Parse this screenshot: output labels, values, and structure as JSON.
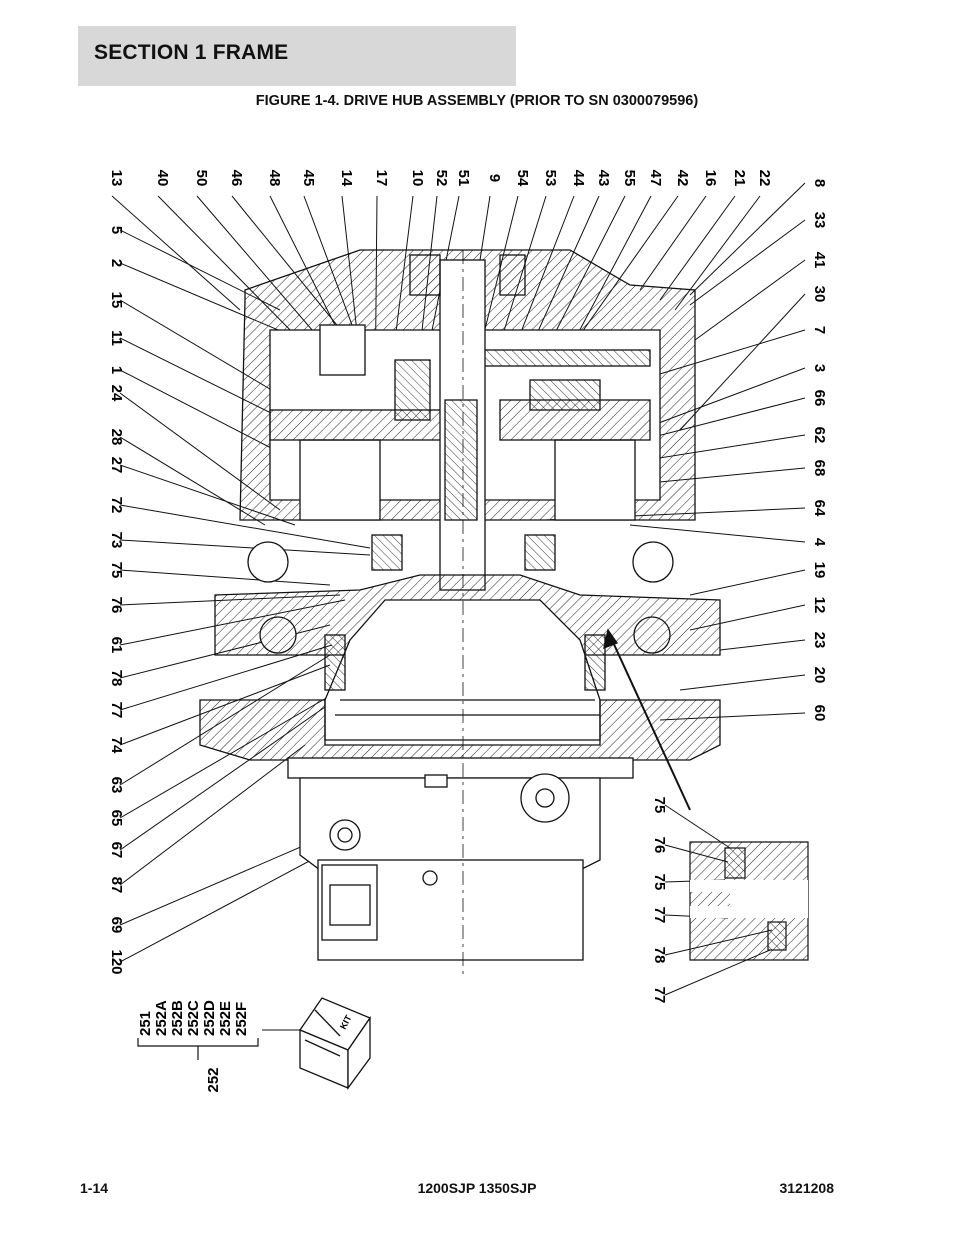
{
  "header": {
    "section_title": "SECTION 1  FRAME"
  },
  "figure": {
    "title": "FIGURE 1-4. DRIVE HUB ASSEMBLY (PRIOR TO SN 0300079596)"
  },
  "callouts": {
    "left": [
      "120",
      "69",
      "87",
      "67",
      "65",
      "63",
      "74",
      "77",
      "78",
      "61",
      "76",
      "75",
      "73",
      "72",
      "27",
      "28",
      "24",
      "1",
      "11",
      "15",
      "2",
      "5"
    ],
    "top": [
      "13",
      "40",
      "50",
      "46",
      "48",
      "45",
      "14",
      "17",
      "10",
      "52",
      "51",
      "9",
      "54",
      "53",
      "44",
      "43",
      "55",
      "47",
      "42",
      "16",
      "21",
      "22"
    ],
    "right": [
      "8",
      "33",
      "41",
      "30",
      "7",
      "3",
      "66",
      "62",
      "68",
      "64",
      "4",
      "19",
      "12",
      "23",
      "20",
      "60"
    ],
    "detail": [
      "75",
      "76",
      "75",
      "77",
      "78",
      "77"
    ]
  },
  "kit": {
    "items": [
      "251",
      "252A",
      "252B",
      "252C",
      "252D",
      "252E",
      "252F"
    ],
    "group": "252",
    "box_label": "KIT"
  },
  "footer": {
    "page": "1-14",
    "model": "1200SJP 1350SJP",
    "doc": "3121208"
  }
}
